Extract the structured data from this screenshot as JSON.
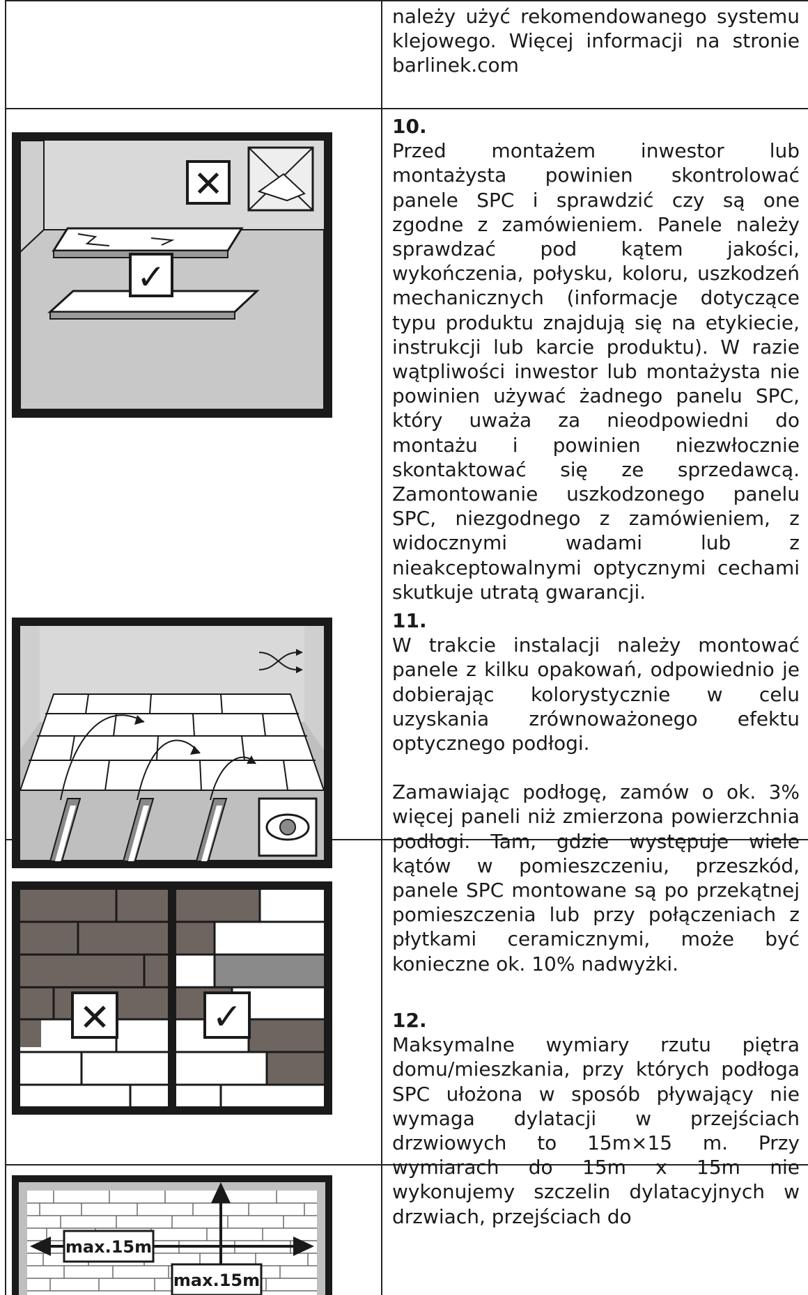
{
  "rows": [
    {
      "paragraphs": [
        "należy użyć rekomendowanego systemu klejowego. Więcej informacji na stronie barlinek.com"
      ]
    },
    {
      "number": "10.",
      "paragraphs": [
        "Przed montażem inwestor lub montażysta powinien skontrolować panele SPC i sprawdzić czy są one zgodne z zamówieniem. Panele należy sprawdzać pod kątem jakości, wykończenia, połysku, koloru, uszkodzeń mechanicznych (informacje dotyczące typu produktu znajdują się na etykiecie, instrukcji lub karcie produktu). W razie wątpliwości inwestor lub montażysta nie powinien używać żadnego panelu SPC, który uważa za nieodpowiedni do montażu i powinien niezwłocznie skontaktować się ze sprzedawcą. Zamontowanie uszkodzonego panelu SPC, niezgodnego z zamówieniem, z widocznymi wadami lub z nieakceptowalnymi optycznymi cechami skutkuje utratą gwarancji."
      ]
    },
    {
      "number": "11.",
      "paragraphs": [
        "W trakcie instalacji należy montować panele  z kilku opakowań, odpowiednio je dobierając kolorystycznie w celu uzyskania zrównoważonego efektu optycznego podłogi.",
        "Zamawiając podłogę, zamów o ok. 3% więcej paneli niż zmierzona powierzchnia podłogi. Tam, gdzie występuje wiele kątów w pomieszczeniu, przeszkód, panele SPC montowane są po przekątnej pomieszczenia lub przy połączeniach z płytkami ceramicznymi, może być konieczne ok. 10% nadwyżki."
      ]
    },
    {
      "number": "12.",
      "paragraphs": [
        "Maksymalne wymiary rzutu piętra domu/mieszkania, przy których podłoga SPC ułożona w sposób pływający nie wymaga dylatacji w przejściach drzwiowych to 15m×15 m. Przy wymiarach do 15m x 15m nie wykonujemy szczelin dylatacyjnych w drzwiach, przejściach do"
      ]
    }
  ],
  "figures": {
    "dimension_label_horizontal": "max.15m",
    "dimension_label_vertical": "max.15m",
    "wrong_mark": "✕",
    "right_mark": "✓"
  },
  "colors": {
    "line": "#1a1a1a",
    "wall_gray": "#d9d9d9",
    "floor_gray": "#bfbfbf",
    "brick_dark": "#6e6560",
    "brick_mid": "#8a8a8a"
  }
}
